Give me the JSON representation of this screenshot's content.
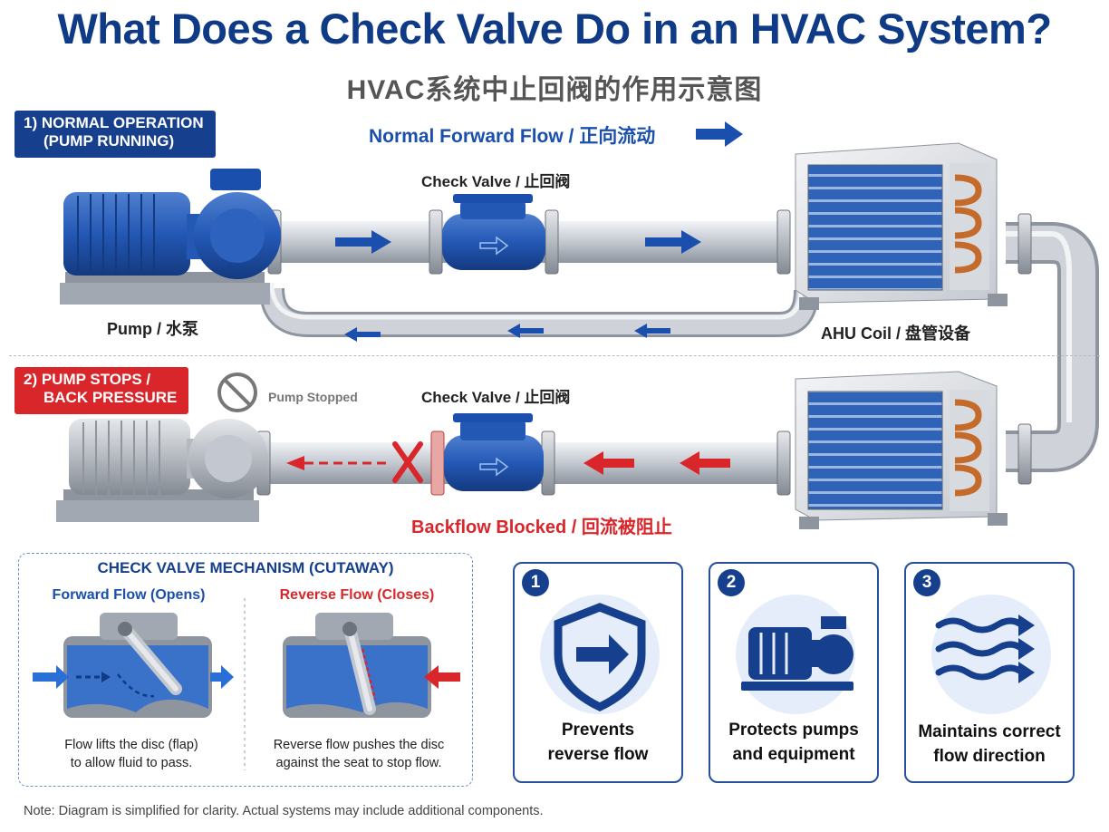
{
  "title": "What Does a Check Valve Do in an HVAC System?",
  "subtitle": "HVAC系统中止回阀的作用示意图",
  "section1": {
    "line1": "1) NORMAL OPERATION",
    "line2": "(PUMP RUNNING)"
  },
  "section2": {
    "line1": "2) PUMP STOPS /",
    "line2": "BACK PRESSURE"
  },
  "labels": {
    "forward_flow": "Normal Forward Flow / 正向流动",
    "check_valve_top": "Check Valve / 止回阀",
    "check_valve_bottom": "Check Valve / 止回阀",
    "pump": "Pump / 水泵",
    "ahu_coil": "AHU Coil / 盘管设备",
    "pump_stopped": "Pump Stopped",
    "backflow_blocked": "Backflow Blocked / 回流被阻止"
  },
  "mechanism": {
    "title": "CHECK VALVE MECHANISM (CUTAWAY)",
    "forward_title": "Forward Flow (Opens)",
    "reverse_title": "Reverse Flow (Closes)",
    "forward_line1": "Flow lifts the disc (flap)",
    "forward_line2": "to allow fluid to pass.",
    "reverse_line1": "Reverse flow pushes the disc",
    "reverse_line2": "against the seat to stop flow."
  },
  "benefits": [
    {
      "num": "1",
      "line1": "Prevents",
      "line2": "reverse flow",
      "icon": "shield-arrow-icon"
    },
    {
      "num": "2",
      "line1": "Protects pumps",
      "line2": "and equipment",
      "icon": "pump-icon"
    },
    {
      "num": "3",
      "line1": "Maintains correct",
      "line2": "flow direction",
      "icon": "flow-waves-icon"
    }
  ],
  "note": "Note: Diagram is simplified for clarity. Actual systems may include additional components.",
  "colors": {
    "navy": "#163f8e",
    "blue": "#1a4fae",
    "red": "#d9262b",
    "pipe": "#c9ced6"
  }
}
